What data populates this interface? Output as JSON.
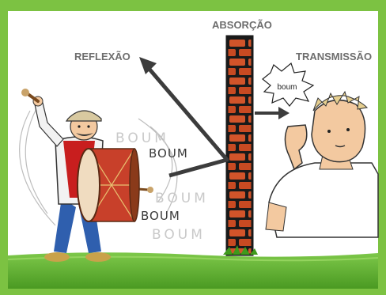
{
  "labels": {
    "absorption": "ABSORÇÃO",
    "reflection": "REFLEXÃO",
    "transmission": "TRANSMISSÃO",
    "bubble": "boum"
  },
  "sound_words": [
    "BOUM",
    "BOUM",
    "BOUM",
    "BOUM",
    "BOUM"
  ],
  "colors": {
    "frame": "#7cc242",
    "grass": "#5cae2a",
    "brick": "#d2542a",
    "mortar": "#1a1a1a",
    "arrow": "#3c3c3c",
    "label": "#6e6e6e"
  },
  "icons": [
    "drummer-figure",
    "drum-icon",
    "brick-wall",
    "listener-figure",
    "speech-bubble-icon"
  ]
}
